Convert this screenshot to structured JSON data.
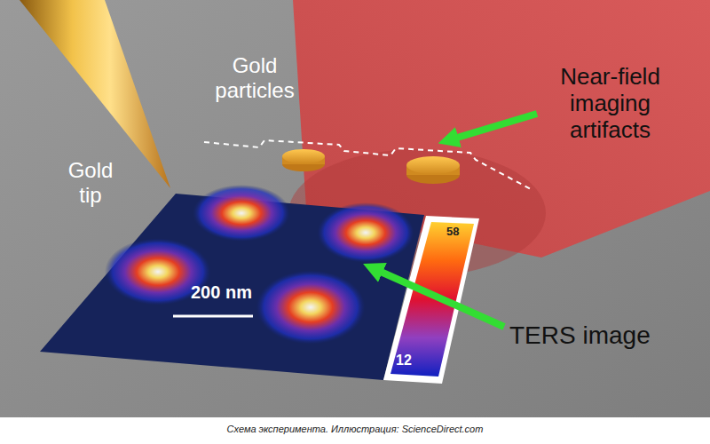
{
  "diagram": {
    "caption": "Схема эксперимента. Иллюстрация: ScienceDirect.com",
    "labels": [
      "Gold particles",
      "Gold tip",
      "Near-field imaging artifacts",
      "TERS image",
      "200 nm",
      "58",
      "12"
    ]
  }
}
